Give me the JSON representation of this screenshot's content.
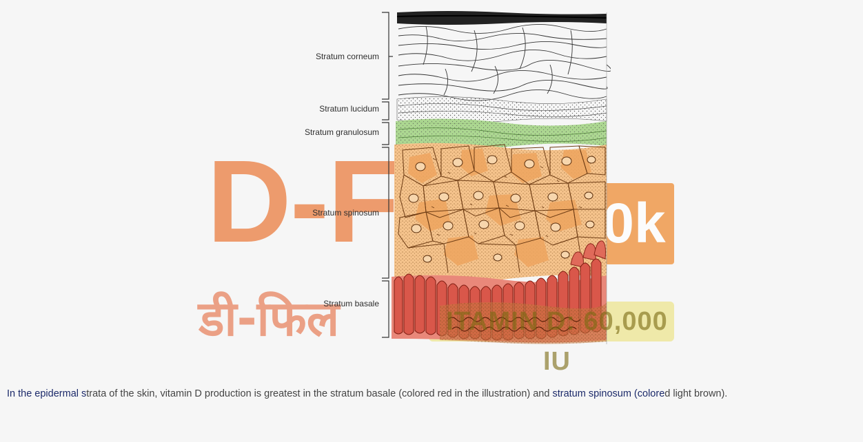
{
  "figure": {
    "labels": {
      "corneum": "Stratum corneum",
      "lucidum": "Stratum lucidum",
      "granulosum": "Stratum granulosum",
      "spinosum": "Stratum spinosum",
      "basale": "Stratum basale"
    },
    "watermark": {
      "letters": "D-F",
      "box_text": "0k",
      "hindi": "डी-फिल",
      "pill_text": "ITAMIN D: 60,000 IU"
    },
    "colors": {
      "granulosum": "#8cc46a",
      "spinosum": "#f0b26c",
      "basale": "#d9574a",
      "watermark_orange": "#e8641b"
    }
  },
  "caption": {
    "part1": "In the epidermal s",
    "part2": "trata of the skin, vitamin D production is greatest in the stratum basale (colored red in the illustration) and ",
    "part3": "stratum spinosum",
    "part4": " (colore",
    "part5": "d light brown)."
  }
}
